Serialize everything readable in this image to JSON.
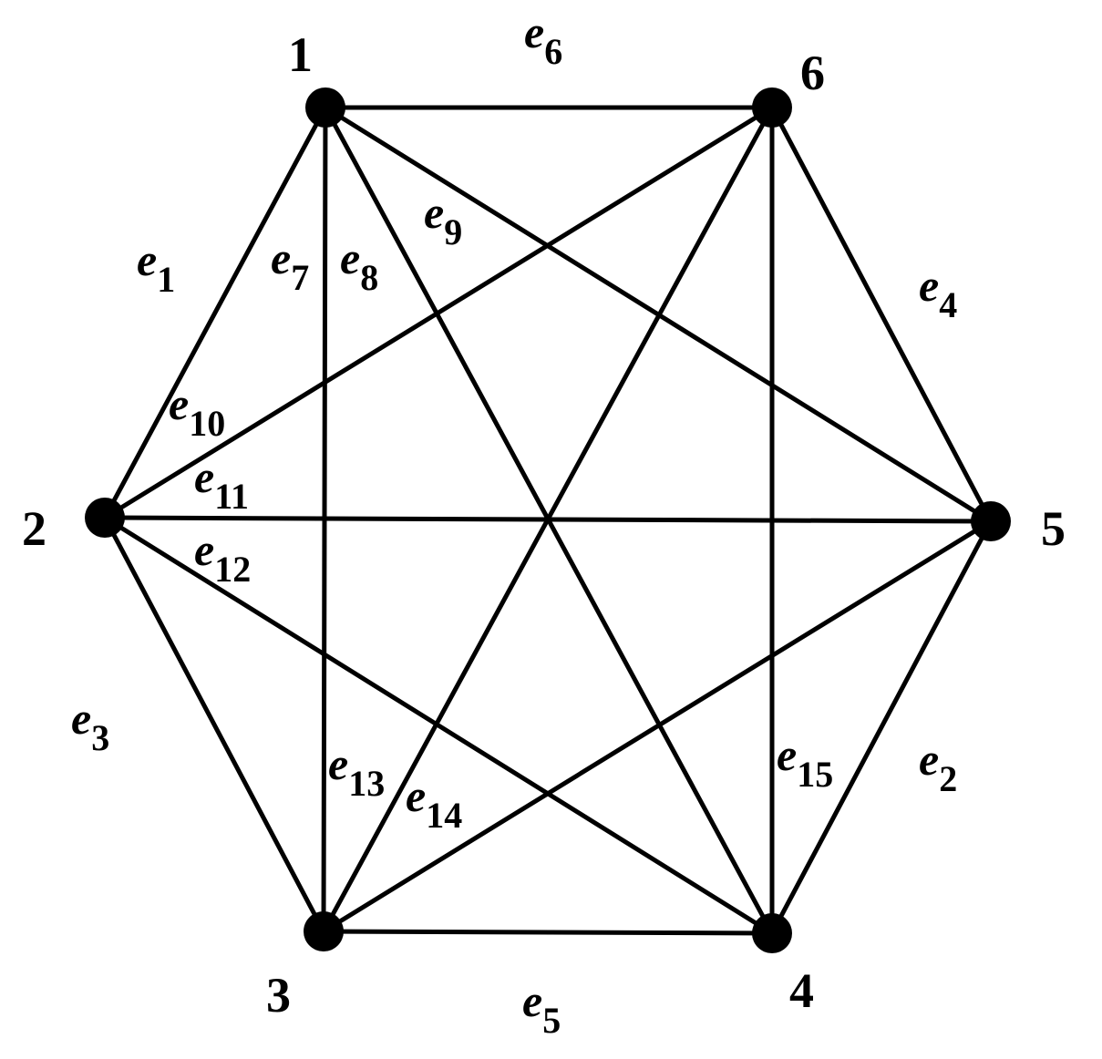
{
  "nodes": [
    {
      "id": "1",
      "label": "1"
    },
    {
      "id": "2",
      "label": "2"
    },
    {
      "id": "3",
      "label": "3"
    },
    {
      "id": "4",
      "label": "4"
    },
    {
      "id": "5",
      "label": "5"
    },
    {
      "id": "6",
      "label": "6"
    }
  ],
  "edges": [
    {
      "from": "1",
      "to": "2",
      "letter": "e",
      "sub": "1"
    },
    {
      "from": "4",
      "to": "5",
      "letter": "e",
      "sub": "2"
    },
    {
      "from": "2",
      "to": "3",
      "letter": "e",
      "sub": "3"
    },
    {
      "from": "6",
      "to": "5",
      "letter": "e",
      "sub": "4"
    },
    {
      "from": "3",
      "to": "4",
      "letter": "e",
      "sub": "5"
    },
    {
      "from": "1",
      "to": "6",
      "letter": "e",
      "sub": "6"
    },
    {
      "from": "1",
      "to": "3",
      "letter": "e",
      "sub": "7"
    },
    {
      "from": "1",
      "to": "4",
      "letter": "e",
      "sub": "8"
    },
    {
      "from": "1",
      "to": "5",
      "letter": "e",
      "sub": "9"
    },
    {
      "from": "2",
      "to": "6",
      "letter": "e",
      "sub": "10"
    },
    {
      "from": "2",
      "to": "5",
      "letter": "e",
      "sub": "11"
    },
    {
      "from": "2",
      "to": "4",
      "letter": "e",
      "sub": "12"
    },
    {
      "from": "3",
      "to": "6",
      "letter": "e",
      "sub": "13"
    },
    {
      "from": "3",
      "to": "5",
      "letter": "e",
      "sub": "14"
    },
    {
      "from": "6",
      "to": "4",
      "letter": "e",
      "sub": "15"
    }
  ]
}
